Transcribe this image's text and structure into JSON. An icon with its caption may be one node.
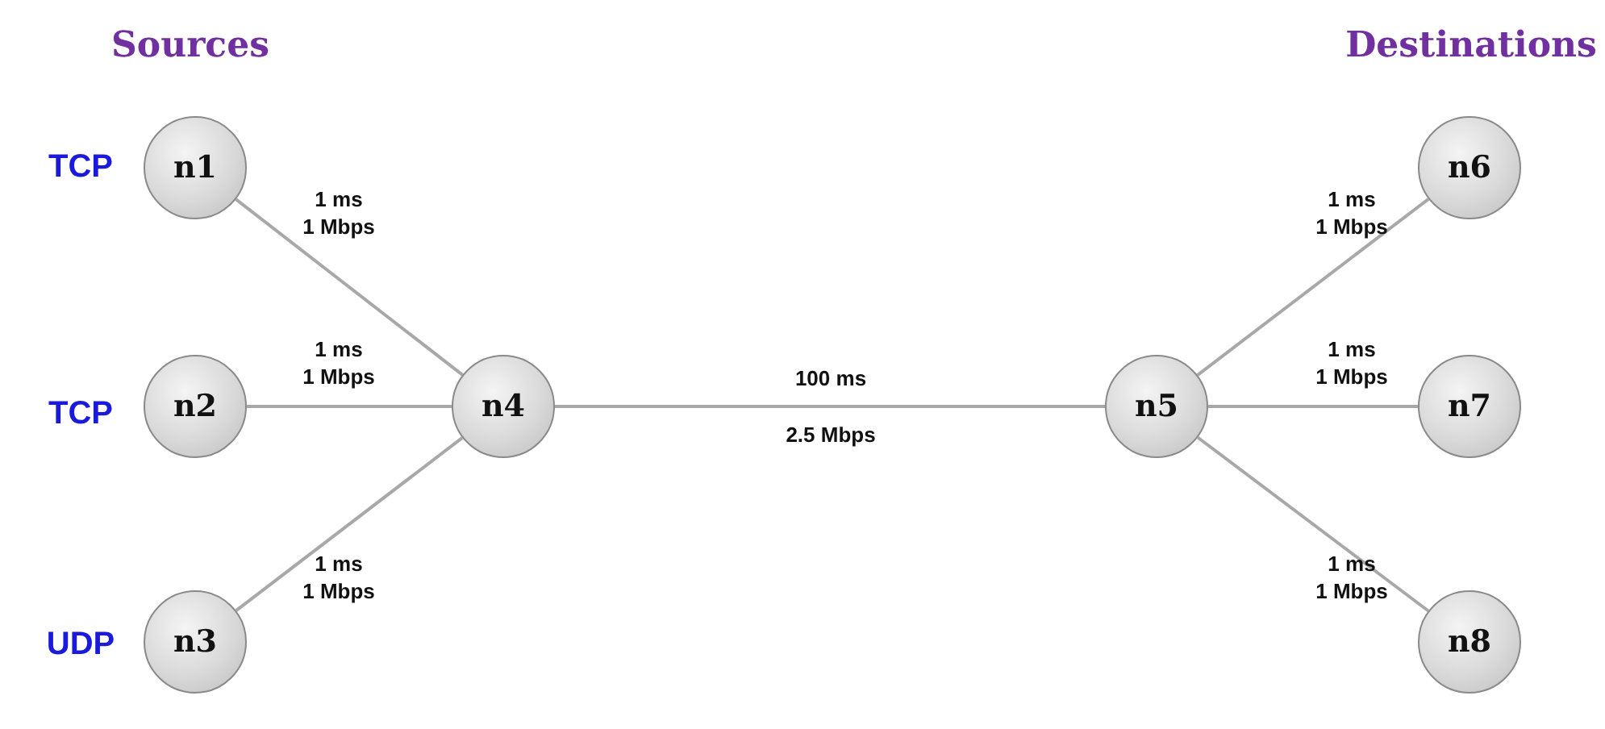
{
  "diagram": {
    "nodes": [
      {
        "text": [
          "n1"
        ],
        "beside": [
          "TCP"
        ]
      },
      {
        "text": [
          "n2"
        ],
        "beside": [
          "TCP"
        ]
      },
      {
        "text": [
          "n3"
        ],
        "beside": [
          "UDP"
        ]
      },
      {
        "text": [
          "n4"
        ]
      },
      {
        "text": [
          "n5"
        ]
      },
      {
        "text": [
          "n6"
        ]
      },
      {
        "text": [
          "n7"
        ]
      },
      {
        "text": [
          "n8"
        ]
      }
    ],
    "edges": [
      {
        "from": 0,
        "to": 3,
        "arrow": "none",
        "label": "1 ms 1 Mbps"
      },
      {
        "from": 1,
        "to": 3,
        "arrow": "none",
        "label": "1 ms 1 Mbps"
      },
      {
        "from": 2,
        "to": 3,
        "arrow": "none",
        "label": "1 ms 1 Mbps"
      },
      {
        "from": 3,
        "to": 4,
        "arrow": "none",
        "label": "100 ms 2.5 Mbps"
      },
      {
        "from": 4,
        "to": 5,
        "arrow": "none",
        "label": "1 ms 1 Mbps"
      },
      {
        "from": 4,
        "to": 6,
        "arrow": "none",
        "label": "1 ms 1 Mbps"
      },
      {
        "from": 4,
        "to": 7,
        "arrow": "none",
        "label": "1 ms 1 Mbps"
      }
    ],
    "labels": [
      "Sources",
      "Destinations"
    ]
  }
}
